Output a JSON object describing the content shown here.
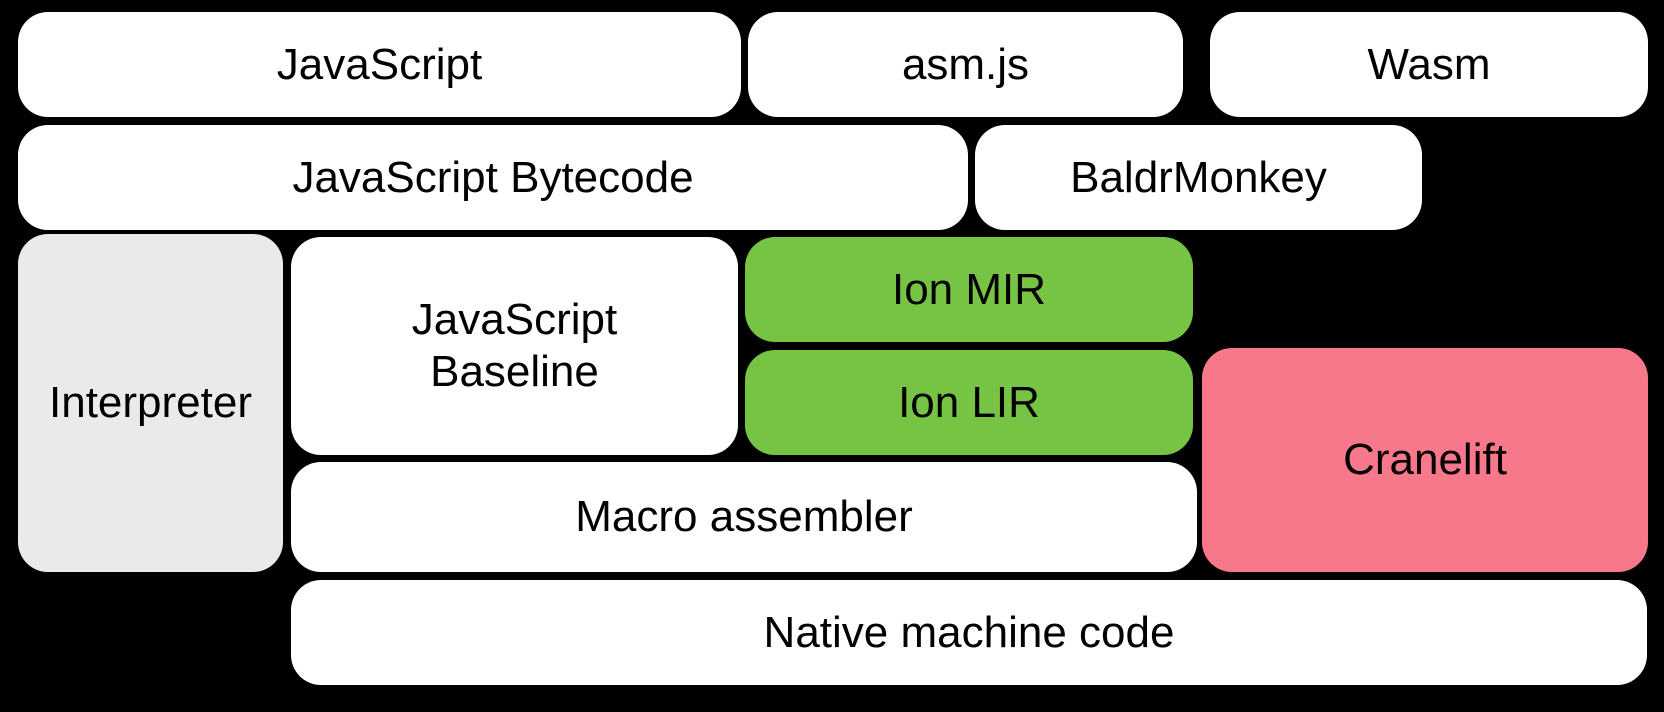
{
  "canvas": {
    "background": "#000000",
    "text_color": "#000000"
  },
  "colors": {
    "box_white": "#ffffff",
    "box_gray": "#eaeaea",
    "box_green": "#77c344",
    "box_pink": "#f7788a"
  },
  "nodes": {
    "javascript": {
      "label": "JavaScript",
      "color": "#ffffff"
    },
    "asmjs": {
      "label": "asm.js",
      "color": "#ffffff"
    },
    "wasm": {
      "label": "Wasm",
      "color": "#ffffff"
    },
    "javascript_bytecode": {
      "label": "JavaScript Bytecode",
      "color": "#ffffff"
    },
    "baldrmonkey": {
      "label": "BaldrMonkey",
      "color": "#ffffff"
    },
    "interpreter": {
      "label": "Interpreter",
      "color": "#eaeaea"
    },
    "javascript_baseline": {
      "label": "JavaScript\nBaseline",
      "color": "#ffffff"
    },
    "ion_mir": {
      "label": "Ion MIR",
      "color": "#77c344"
    },
    "ion_lir": {
      "label": "Ion LIR",
      "color": "#77c344"
    },
    "cranelift": {
      "label": "Cranelift",
      "color": "#f7788a"
    },
    "macro_assembler": {
      "label": "Macro assembler",
      "color": "#ffffff"
    },
    "native_machine_code": {
      "label": "Native machine code",
      "color": "#ffffff"
    }
  }
}
